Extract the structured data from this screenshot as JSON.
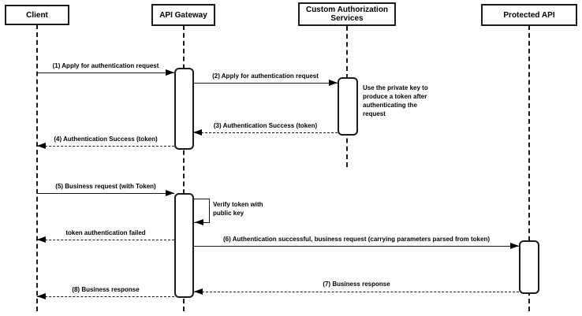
{
  "diagram": {
    "kind": "uml-sequence-diagram",
    "participants": [
      {
        "id": "client",
        "label": "Client"
      },
      {
        "id": "api-gateway",
        "label": "API Gateway"
      },
      {
        "id": "custom-auth",
        "label": "Custom Authorization Services"
      },
      {
        "id": "protected-api",
        "label": "Protected API"
      }
    ],
    "messages": [
      {
        "label": "(1) Apply for authentication request",
        "from": "Client",
        "to": "API Gateway",
        "line": "solid"
      },
      {
        "label": "(2) Apply for authentication request",
        "from": "API Gateway",
        "to": "Custom Authorization Services",
        "line": "solid"
      },
      {
        "label": "(3) Authentication Success (token)",
        "from": "Custom Authorization Services",
        "to": "API Gateway",
        "line": "dashed"
      },
      {
        "label": "(4) Authentication Success (token)",
        "from": "API Gateway",
        "to": "Client",
        "line": "dashed"
      },
      {
        "label": "(5) Business request (with Token)",
        "from": "Client",
        "to": "API Gateway",
        "line": "solid"
      },
      {
        "label": "Verify token with public key",
        "from": "API Gateway",
        "to": "API Gateway",
        "line": "solid",
        "self": true
      },
      {
        "label": "token authentication failed",
        "from": "API Gateway",
        "to": "Client",
        "line": "dashed"
      },
      {
        "label": "(6) Authentication successful, business request (carrying parameters parsed from token)",
        "from": "API Gateway",
        "to": "Protected API",
        "line": "solid"
      },
      {
        "label": "(7) Business response",
        "from": "Protected API",
        "to": "API Gateway",
        "line": "dashed"
      },
      {
        "label": "(8) Business response",
        "from": "API Gateway",
        "to": "Client",
        "line": "dashed"
      }
    ],
    "notes": [
      {
        "label": "Use the private key to produce a token after authenticating the request",
        "attached_to": "Custom Authorization Services"
      }
    ],
    "colors": {
      "stroke": "#1a1a1a",
      "background": "#ffffff",
      "text": "#000000"
    }
  }
}
